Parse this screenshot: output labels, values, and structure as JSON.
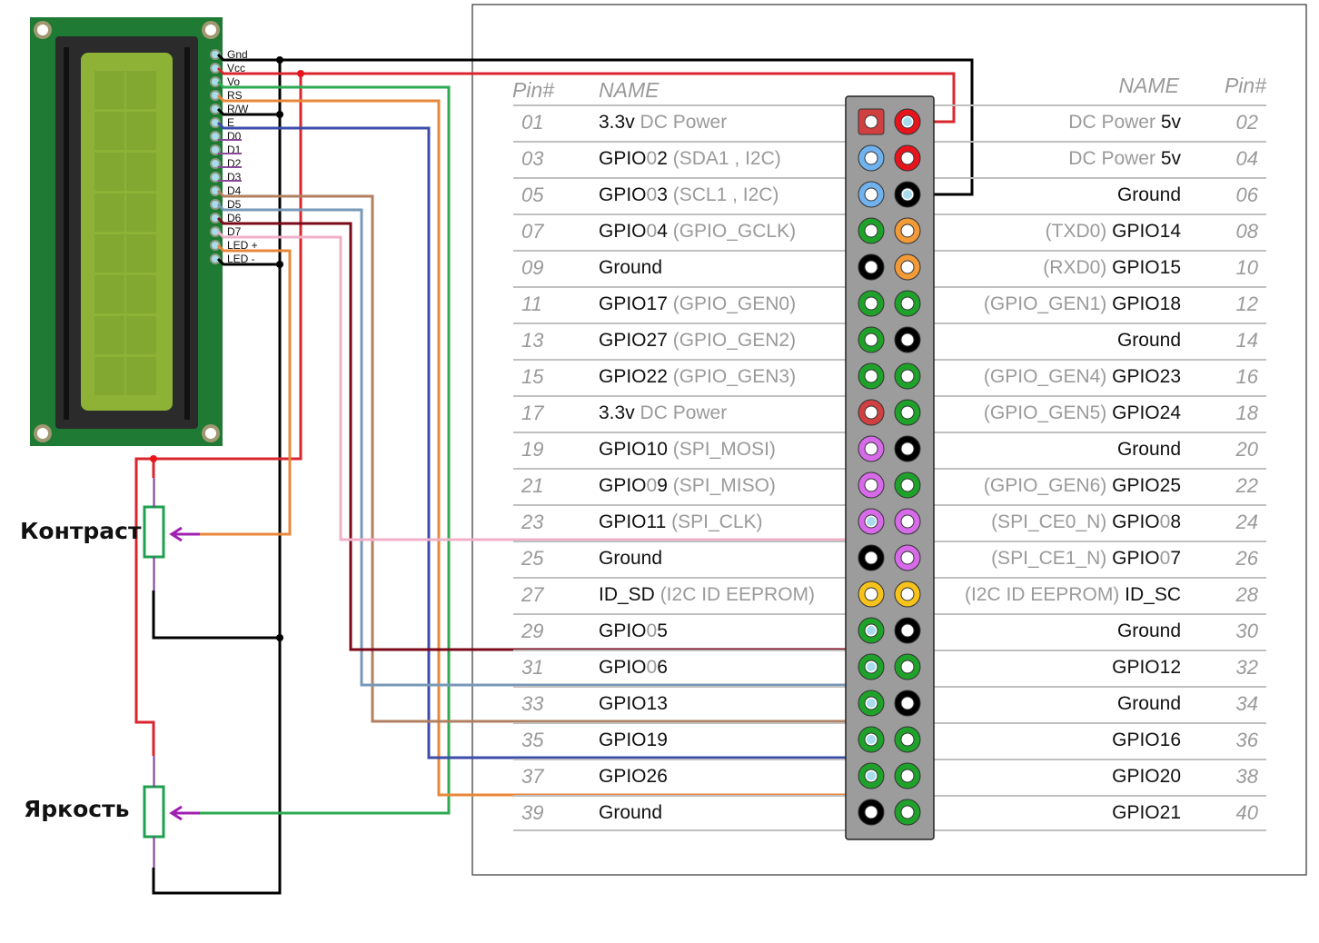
{
  "lcd": {
    "pins": [
      "Gnd",
      "Vcc",
      "Vo",
      "RS",
      "R/W",
      "E",
      "D0",
      "D1",
      "D2",
      "D3",
      "D4",
      "D5",
      "D6",
      "D7",
      "LED +",
      "LED -"
    ]
  },
  "potentiometers": {
    "contrast_label": "Контраст",
    "brightness_label": "Яркость"
  },
  "header": {
    "left_pin": "Pin#",
    "left_name": "NAME",
    "right_name": "NAME",
    "right_pin": "Pin#"
  },
  "colors": {
    "power33": "#d04040",
    "power5": "#e8141c",
    "i2c": "#6fb2ee",
    "gpio": "#1fa22a",
    "ground": "#000000",
    "uart": "#f29a38",
    "spi": "#d66ae8",
    "eeprom": "#f6c21c",
    "wire_gnd": "#000000",
    "wire_vcc": "#d9262e",
    "wire_vo": "#2eaa52",
    "wire_rs": "#e8873a",
    "wire_e": "#3c4caa",
    "wire_d4": "#b08060",
    "wire_d5": "#7898b8",
    "wire_d6": "#7a0a1a",
    "wire_d7": "#f0b0c8",
    "wire_led": "#e8873a",
    "wire_d0_3": "#8a4a9a",
    "arrow": "#a020b0"
  },
  "rows": [
    {
      "l_num": "01",
      "l_main": "3.3v",
      "l_sub": " DC Power",
      "l_type": "power33",
      "r_type": "power5",
      "r_sub": "DC Power ",
      "r_main": "5v",
      "r_num": "02"
    },
    {
      "l_num": "03",
      "l_main": "GPIO",
      "l_main2": "02",
      "l_sub": " (SDA1 , I2C)",
      "l_type": "i2c",
      "r_type": "power5",
      "r_sub": "DC Power ",
      "r_main": "5v",
      "r_num": "04"
    },
    {
      "l_num": "05",
      "l_main": "GPIO",
      "l_main2": "03",
      "l_sub": " (SCL1 , I2C)",
      "l_type": "i2c",
      "r_type": "ground",
      "r_sub": "",
      "r_main": "Ground",
      "r_num": "06"
    },
    {
      "l_num": "07",
      "l_main": "GPIO",
      "l_main2": "04",
      "l_sub": " (GPIO_GCLK)",
      "l_type": "gpio",
      "r_type": "uart",
      "r_sub": "(TXD0) ",
      "r_main": "GPIO14",
      "r_num": "08"
    },
    {
      "l_num": "09",
      "l_main": "Ground",
      "l_sub": "",
      "l_type": "ground",
      "r_type": "uart",
      "r_sub": "(RXD0) ",
      "r_main": "GPIO15",
      "r_num": "10"
    },
    {
      "l_num": "11",
      "l_main": "GPIO17",
      "l_sub": " (GPIO_GEN0)",
      "l_type": "gpio",
      "r_type": "gpio",
      "r_sub": "(GPIO_GEN1) ",
      "r_main": "GPIO18",
      "r_num": "12"
    },
    {
      "l_num": "13",
      "l_main": "GPIO27",
      "l_sub": " (GPIO_GEN2)",
      "l_type": "gpio",
      "r_type": "ground",
      "r_sub": "",
      "r_main": "Ground",
      "r_num": "14"
    },
    {
      "l_num": "15",
      "l_main": "GPIO22",
      "l_sub": " (GPIO_GEN3)",
      "l_type": "gpio",
      "r_type": "gpio",
      "r_sub": "(GPIO_GEN4) ",
      "r_main": "GPIO23",
      "r_num": "16"
    },
    {
      "l_num": "17",
      "l_main": "3.3v",
      "l_sub": " DC Power",
      "l_type": "power33",
      "r_type": "gpio",
      "r_sub": "(GPIO_GEN5) ",
      "r_main": "GPIO24",
      "r_num": "18"
    },
    {
      "l_num": "19",
      "l_main": "GPIO10",
      "l_sub": " (SPI_MOSI)",
      "l_type": "spi",
      "r_type": "ground",
      "r_sub": "",
      "r_main": "Ground",
      "r_num": "20"
    },
    {
      "l_num": "21",
      "l_main": "GPIO",
      "l_main2": "09",
      "l_sub": " (SPI_MISO)",
      "l_type": "spi",
      "r_type": "gpio",
      "r_sub": "(GPIO_GEN6) ",
      "r_main": "GPIO25",
      "r_num": "22"
    },
    {
      "l_num": "23",
      "l_main": "GPIO11",
      "l_sub": " (SPI_CLK)",
      "l_type": "spi",
      "r_type": "spi",
      "r_sub": "(SPI_CE0_N) ",
      "r_main": "GPIO",
      "r_main2": "08",
      "r_num": "24"
    },
    {
      "l_num": "25",
      "l_main": "Ground",
      "l_sub": "",
      "l_type": "ground",
      "r_type": "spi",
      "r_sub": "(SPI_CE1_N) ",
      "r_main": "GPIO",
      "r_main2": "07",
      "r_num": "26"
    },
    {
      "l_num": "27",
      "l_main": "ID_SD",
      "l_sub": " (I2C ID EEPROM)",
      "l_type": "eeprom",
      "r_type": "eeprom",
      "r_sub": "(I2C ID EEPROM) ",
      "r_main": "ID_SC",
      "r_num": "28"
    },
    {
      "l_num": "29",
      "l_main": "GPIO",
      "l_main2": "05",
      "l_sub": "",
      "l_type": "gpio",
      "r_type": "ground",
      "r_sub": "",
      "r_main": "Ground",
      "r_num": "30"
    },
    {
      "l_num": "31",
      "l_main": "GPIO",
      "l_main2": "06",
      "l_sub": "",
      "l_type": "gpio",
      "r_type": "gpio",
      "r_sub": "",
      "r_main": "GPIO12",
      "r_num": "32"
    },
    {
      "l_num": "33",
      "l_main": "GPIO13",
      "l_sub": "",
      "l_type": "gpio",
      "r_type": "ground",
      "r_sub": "",
      "r_main": "Ground",
      "r_num": "34"
    },
    {
      "l_num": "35",
      "l_main": "GPIO19",
      "l_sub": "",
      "l_type": "gpio",
      "r_type": "gpio",
      "r_sub": "",
      "r_main": "GPIO16",
      "r_num": "36"
    },
    {
      "l_num": "37",
      "l_main": "GPIO26",
      "l_sub": "",
      "l_type": "gpio",
      "r_type": "gpio",
      "r_sub": "",
      "r_main": "GPIO20",
      "r_num": "38"
    },
    {
      "l_num": "39",
      "l_main": "Ground",
      "l_sub": "",
      "l_type": "ground",
      "r_type": "gpio",
      "r_sub": "",
      "r_main": "GPIO21",
      "r_num": "40"
    }
  ],
  "connections": [
    {
      "from": "Gnd",
      "to_pin": "06"
    },
    {
      "from": "Vcc",
      "to_pin": "02"
    },
    {
      "from": "Vo",
      "to": "brightness-wiper"
    },
    {
      "from": "RS",
      "to_pin": "37"
    },
    {
      "from": "R/W",
      "to": "ground-bus"
    },
    {
      "from": "E",
      "to_pin": "35"
    },
    {
      "from": "D4",
      "to_pin": "33"
    },
    {
      "from": "D5",
      "to_pin": "31"
    },
    {
      "from": "D6",
      "to_pin": "29"
    },
    {
      "from": "D7",
      "to_pin": "23"
    },
    {
      "from": "LED +",
      "to": "contrast-wiper"
    },
    {
      "from": "LED -",
      "to": "ground-bus"
    }
  ]
}
